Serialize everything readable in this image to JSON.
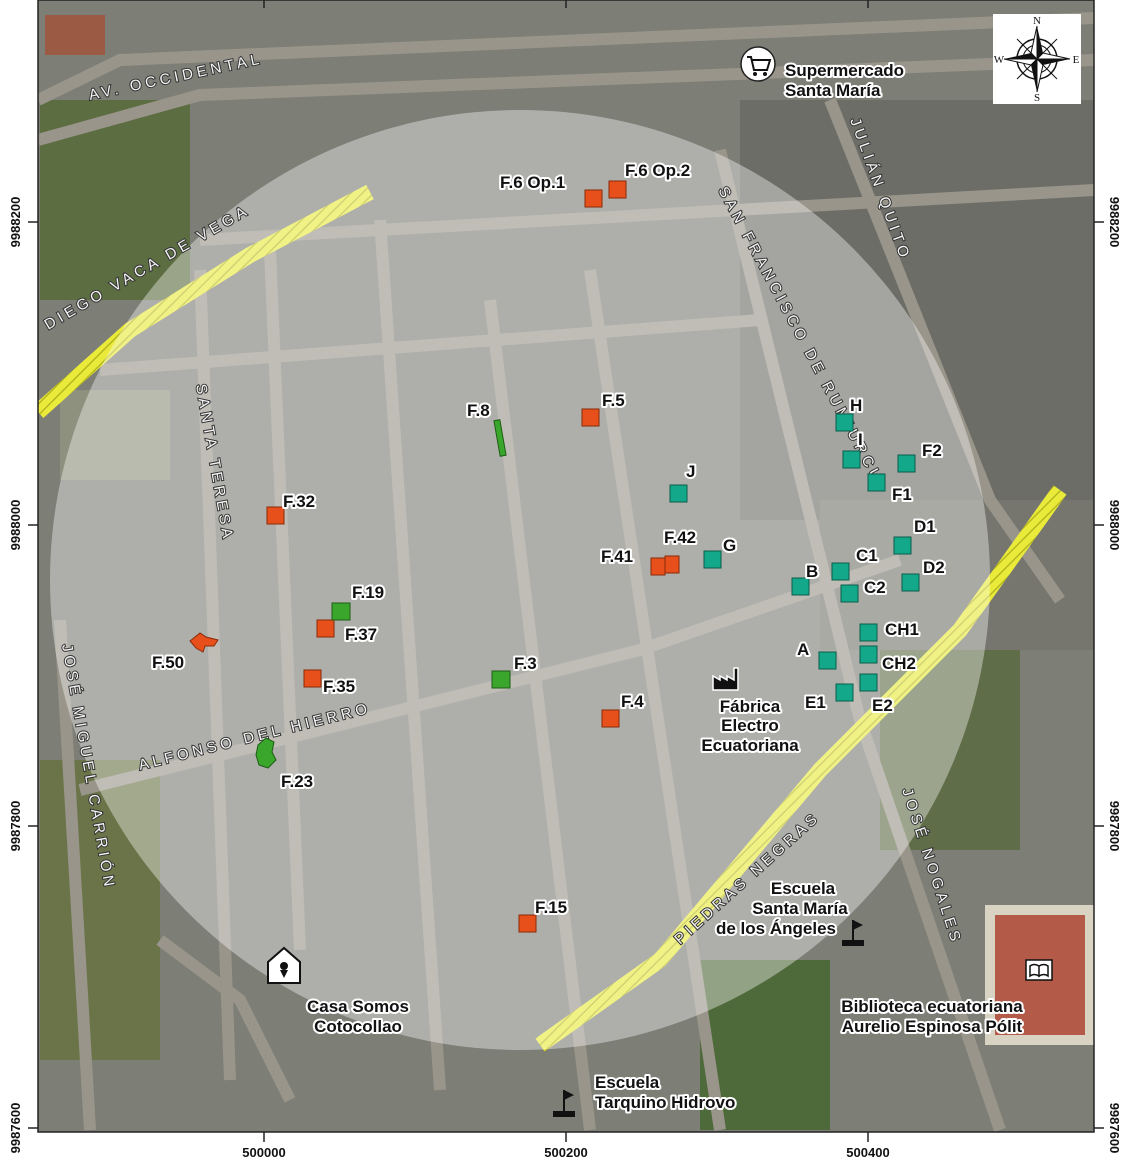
{
  "map": {
    "x_ticks": [
      "500000",
      "500200",
      "500400"
    ],
    "y_ticks": [
      "9988200",
      "9988000",
      "9987800",
      "9987600"
    ]
  },
  "colors": {
    "orange_marker": "#e8501b",
    "green_marker": "#3aa62c",
    "teal_marker": "#14a88a",
    "highway": "#e9ea3a"
  },
  "streets": {
    "av_occidental": "AV. OCCIDENTAL",
    "diego_vaca_vega": "DIEGO VACA DE VEGA",
    "santa_teresa": "SANTA TERESA",
    "jose_miguel_carrion": "JOSÉ MIGUEL CARRIÓN",
    "alfonso_del_hierro": "ALFONSO DEL HIERRO",
    "piedras_negras": "PIEDRAS NEGRAS",
    "jose_nogales": "JOSÉ NOGALES",
    "julian_quito": "JULIÁN QUITO",
    "san_francisco_rumiurcu": "SAN FRANCISCO DE RUMIURCU"
  },
  "markers": {
    "f6op1": "F.6 Op.1",
    "f6op2": "F.6 Op.2",
    "f5": "F.5",
    "f8": "F.8",
    "f32": "F.32",
    "f19": "F.19",
    "f37": "F.37",
    "f50": "F.50",
    "f35": "F.35",
    "f3": "F.3",
    "f23": "F.23",
    "f4": "F.4",
    "f41": "F.41",
    "f42": "F.42",
    "f15": "F.15",
    "j": "J",
    "g": "G",
    "h": "H",
    "i": "I",
    "f2": "F2",
    "f1": "F1",
    "d1": "D1",
    "d2": "D2",
    "c1": "C1",
    "c2": "C2",
    "b": "B",
    "ch1": "CH1",
    "ch2": "CH2",
    "a": "A",
    "e1": "E1",
    "e2": "E2"
  },
  "places": {
    "supermercado_1": "Supermercado",
    "supermercado_2": "Santa María",
    "fabrica_1": "Fábrica",
    "fabrica_2": "Electro",
    "fabrica_3": "Ecuatoriana",
    "escuela_sm_1": "Escuela",
    "escuela_sm_2": "Santa María",
    "escuela_sm_3": "de los Ángeles",
    "casa_1": "Casa Somos",
    "casa_2": "Cotocollao",
    "biblioteca_1": "Biblioteca ecuatoriana",
    "biblioteca_2": "Aurelio Espinosa Pólit",
    "escuela_th_1": "Escuela",
    "escuela_th_2": "Tarquino Hidrovo"
  },
  "compass": {
    "n": "N",
    "s": "S",
    "e": "E",
    "w": "W"
  },
  "icons": [
    "shopping-cart-icon",
    "factory-icon",
    "flag-icon",
    "house-icon",
    "book-icon",
    "compass-rose-icon"
  ]
}
